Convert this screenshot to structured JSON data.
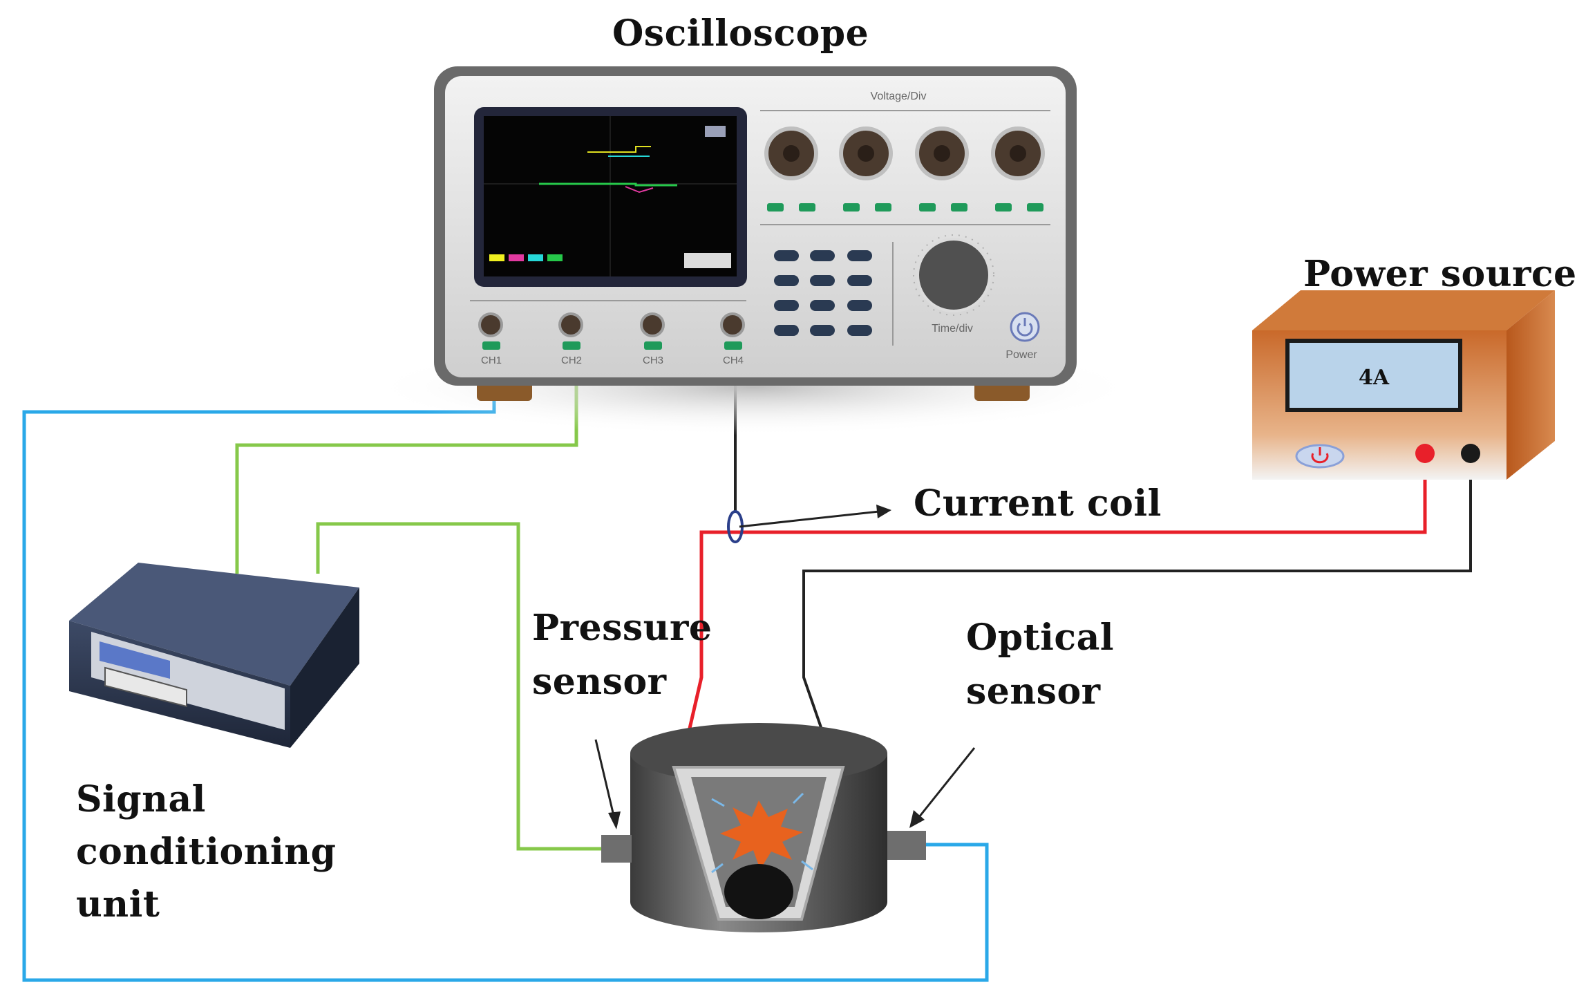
{
  "labels": {
    "oscilloscope": "Oscilloscope",
    "power_source": "Power source",
    "current_coil": "Current coil",
    "pressure_sensor_line1": "Pressure",
    "pressure_sensor_line2": "sensor",
    "optical_sensor_line1": "Optical",
    "optical_sensor_line2": "sensor",
    "signal_unit_line1": "Signal",
    "signal_unit_line2": "conditioning",
    "signal_unit_line3": "unit"
  },
  "oscilloscope": {
    "voltage_div": "Voltage/Div",
    "time_div": "Time/div",
    "power": "Power",
    "channels": [
      "CH1",
      "CH2",
      "CH3",
      "CH4"
    ]
  },
  "power_source": {
    "display": "4A"
  },
  "colors": {
    "ch1_wire": "#2aa8e8",
    "ch2_wire": "#86c84a",
    "positive_wire": "#e8202a",
    "negative_wire": "#222222",
    "power_box": "#c96a2a",
    "explosion": "#e8621e"
  }
}
